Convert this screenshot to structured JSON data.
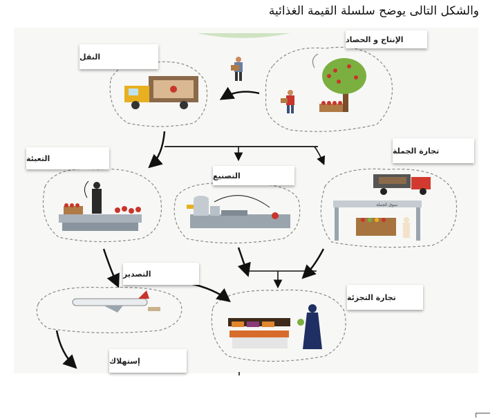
{
  "heading": "والشكل التالى يوضح سلسلة القيمة الغذائية",
  "stages": {
    "production": "الإنتاج و الحصاد",
    "transport": "النقل",
    "packaging": "التعبئة",
    "manufacturing": "التصنيع",
    "wholesale": "تجارة الجملة",
    "export": "التصدير",
    "retail": "تجارة التجزئة",
    "consumption": "إستهلاك"
  },
  "market_sign": "سوق الجملة",
  "colors": {
    "truck_yellow": "#e8b020",
    "truck_red": "#d23a2f",
    "tree_green": "#7bb041",
    "apple_red": "#c8352b",
    "dress_navy": "#1f2f63"
  }
}
